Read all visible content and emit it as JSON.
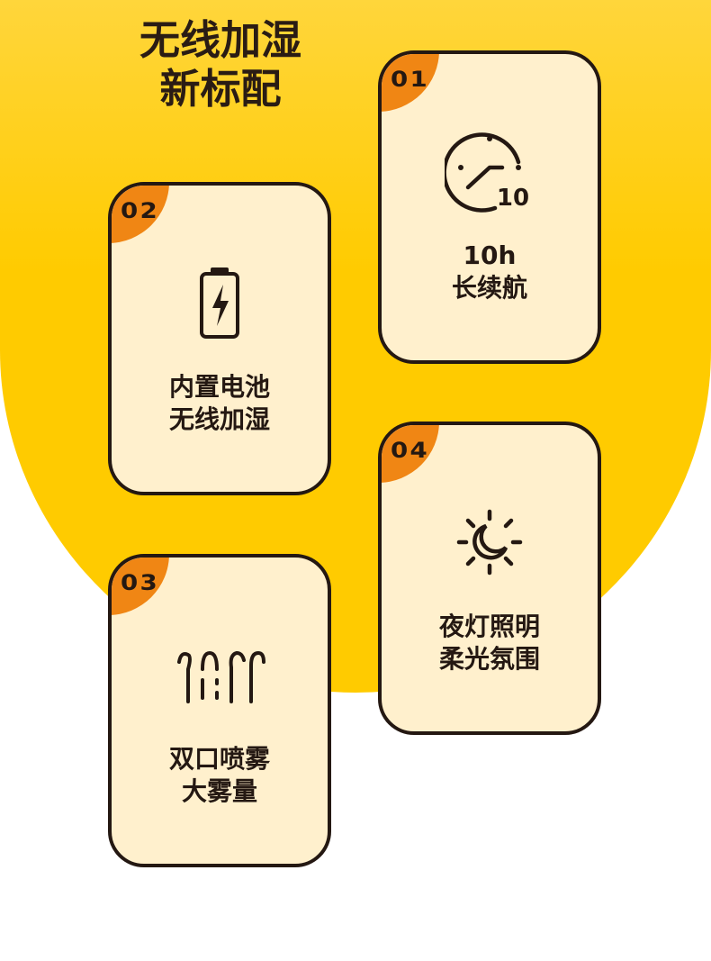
{
  "headline": {
    "line1": "无线加湿",
    "line2": "新标配"
  },
  "cards": [
    {
      "num": "01",
      "icon": "clock-icon",
      "icon_text": "10",
      "line1": "10h",
      "line2": "长续航"
    },
    {
      "num": "02",
      "icon": "battery-icon",
      "line1": "内置电池",
      "line2": "无线加湿"
    },
    {
      "num": "03",
      "icon": "mist-icon",
      "line1": "双口喷雾",
      "line2": "大雾量"
    },
    {
      "num": "04",
      "icon": "sun-moon-icon",
      "line1": "夜灯照明",
      "line2": "柔光氛围"
    }
  ],
  "colors": {
    "background_yellow": "#ffcb00",
    "card_fill": "#fff0cd",
    "card_border": "#241812",
    "badge_orange": "#f08614",
    "text_dark": "#241812"
  }
}
